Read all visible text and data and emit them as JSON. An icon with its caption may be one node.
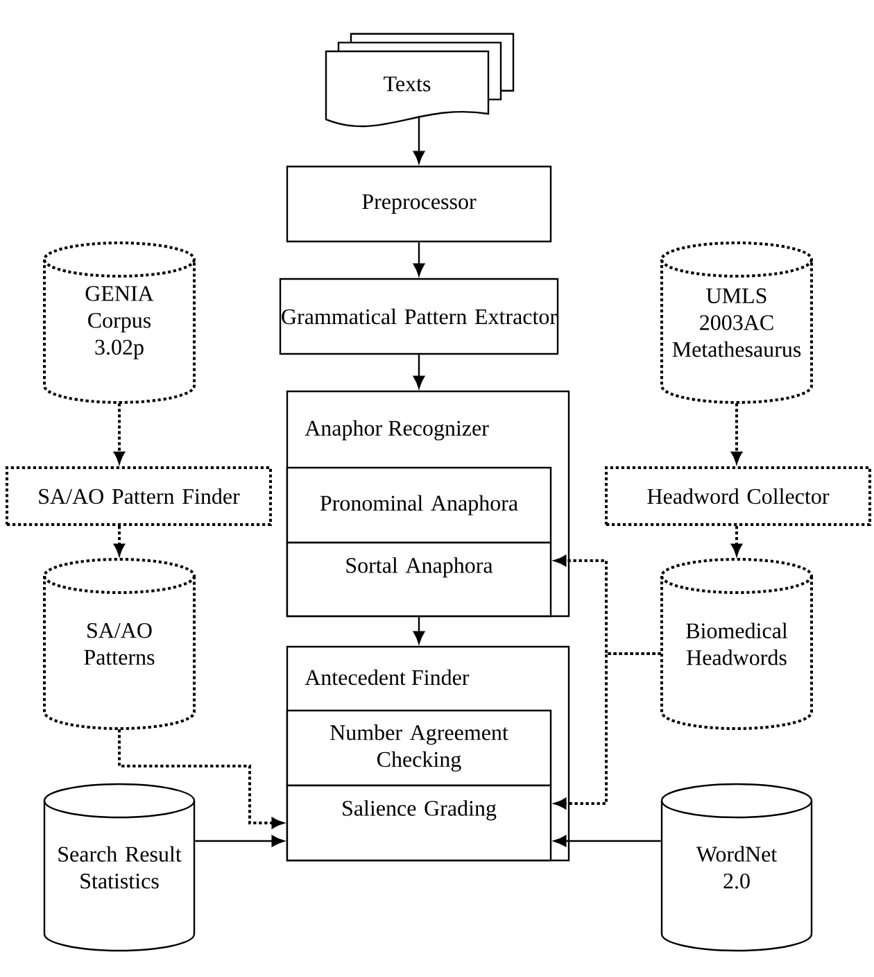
{
  "diagram": {
    "nodes": [
      {
        "text": [
          "Texts"
        ]
      },
      {
        "text": [
          "Preprocessor"
        ]
      },
      {
        "text": [
          "Grammatical Pattern Extractor"
        ]
      },
      {
        "text": [
          "Anaphor Recognizer"
        ]
      },
      {
        "text": [
          "Pronominal Anaphora"
        ],
        "in": 3
      },
      {
        "text": [
          "Sortal Anaphora"
        ],
        "in": 3
      },
      {
        "text": [
          "Antecedent Finder"
        ]
      },
      {
        "text": [
          "Number Agreement Checking"
        ],
        "in": 6
      },
      {
        "text": [
          "Salience Grading"
        ],
        "in": 6
      },
      {
        "text": [
          "GENIA Corpus 3.02p"
        ]
      },
      {
        "text": [
          "SA/AO Pattern Finder"
        ]
      },
      {
        "text": [
          "SA/AO Patterns"
        ]
      },
      {
        "text": [
          "Search Result Statistics"
        ]
      },
      {
        "text": [
          "UMLS 2003AC Metathesaurus"
        ]
      },
      {
        "text": [
          "Headword Collector"
        ]
      },
      {
        "text": [
          "Biomedical Headwords"
        ]
      },
      {
        "text": [
          "WordNet 2.0"
        ]
      }
    ],
    "edges": [
      {
        "from": 0,
        "to": 1,
        "arrow": "to"
      },
      {
        "from": 1,
        "to": 2,
        "arrow": "to"
      },
      {
        "from": 2,
        "to": 3,
        "arrow": "to"
      },
      {
        "from": 3,
        "to": 6,
        "arrow": "to"
      },
      {
        "from": 9,
        "to": 10,
        "arrow": "to",
        "style": "dashed"
      },
      {
        "from": 10,
        "to": 11,
        "arrow": "to",
        "style": "dashed"
      },
      {
        "from": 11,
        "to": 8,
        "arrow": "to",
        "style": "dashed"
      },
      {
        "from": 12,
        "to": 8,
        "arrow": "to"
      },
      {
        "from": 13,
        "to": 14,
        "arrow": "to",
        "style": "dashed"
      },
      {
        "from": 14,
        "to": 15,
        "arrow": "to",
        "style": "dashed"
      },
      {
        "from": 15,
        "to": 5,
        "arrow": "to",
        "style": "dashed"
      },
      {
        "from": 15,
        "to": 8,
        "arrow": "to",
        "style": "dashed"
      },
      {
        "from": 16,
        "to": 8,
        "arrow": "to"
      }
    ]
  }
}
